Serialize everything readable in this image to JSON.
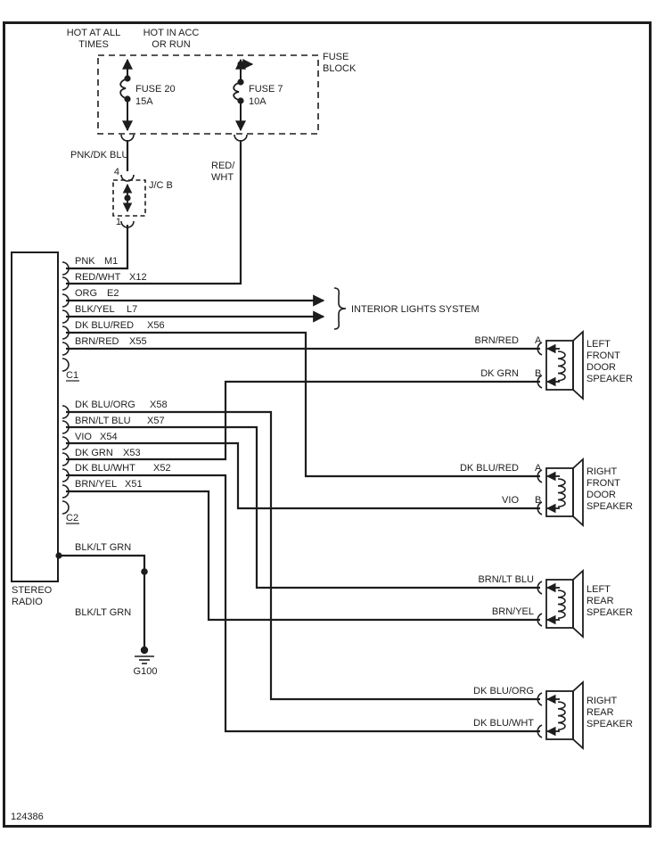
{
  "colors": {
    "ink": "#1d1d1d",
    "paper": "#ffffff"
  },
  "footer": {
    "doc_number": "124386"
  },
  "power_sources": [
    {
      "line1": "HOT AT ALL",
      "line2": "TIMES"
    },
    {
      "line1": "HOT IN ACC",
      "line2": "OR RUN"
    }
  ],
  "fuse_block": {
    "title_line1": "FUSE",
    "title_line2": "BLOCK",
    "fuses": [
      {
        "name": "FUSE 20",
        "rating": "15A"
      },
      {
        "name": "FUSE 7",
        "rating": "10A"
      }
    ]
  },
  "junction_block": {
    "label": "J/C B",
    "top_pin": "4",
    "bottom_pin": "1",
    "feed_wire": "PNK/DK BLU"
  },
  "acc_feed": {
    "wire_line1": "RED/",
    "wire_line2": "WHT"
  },
  "radio": {
    "name_line1": "STEREO",
    "name_line2": "RADIO",
    "connector1": {
      "label": "C1",
      "pins": [
        {
          "wire": "PNK",
          "pin": "M1"
        },
        {
          "wire": "RED/WHT",
          "pin": "X12"
        },
        {
          "wire": "ORG",
          "pin": "E2"
        },
        {
          "wire": "BLK/YEL",
          "pin": "L7"
        },
        {
          "wire": "DK BLU/RED",
          "pin": "X56"
        },
        {
          "wire": "BRN/RED",
          "pin": "X55"
        }
      ]
    },
    "connector2": {
      "label": "C2",
      "pins": [
        {
          "wire": "DK BLU/ORG",
          "pin": "X58"
        },
        {
          "wire": "BRN/LT BLU",
          "pin": "X57"
        },
        {
          "wire": "VIO",
          "pin": "X54"
        },
        {
          "wire": "DK GRN",
          "pin": "X53"
        },
        {
          "wire": "DK BLU/WHT",
          "pin": "X52"
        },
        {
          "wire": "BRN/YEL",
          "pin": "X51"
        }
      ]
    }
  },
  "interior_lights": {
    "label": "INTERIOR LIGHTS SYSTEM"
  },
  "ground": {
    "label": "G100",
    "wire_upper": "BLK/LT GRN",
    "wire_lower": "BLK/LT GRN"
  },
  "speakers": [
    {
      "name_lines": [
        "LEFT",
        "FRONT",
        "DOOR",
        "SPEAKER"
      ],
      "terminals": [
        {
          "wire": "BRN/RED",
          "pin": "A"
        },
        {
          "wire": "DK GRN",
          "pin": "B"
        }
      ]
    },
    {
      "name_lines": [
        "RIGHT",
        "FRONT",
        "DOOR",
        "SPEAKER"
      ],
      "terminals": [
        {
          "wire": "DK BLU/RED",
          "pin": "A"
        },
        {
          "wire": "VIO",
          "pin": "B"
        }
      ]
    },
    {
      "name_lines": [
        "LEFT",
        "REAR",
        "SPEAKER"
      ],
      "terminals": [
        {
          "wire": "BRN/LT BLU",
          "pin": ""
        },
        {
          "wire": "BRN/YEL",
          "pin": ""
        }
      ]
    },
    {
      "name_lines": [
        "RIGHT",
        "REAR",
        "SPEAKER"
      ],
      "terminals": [
        {
          "wire": "DK BLU/ORG",
          "pin": ""
        },
        {
          "wire": "DK BLU/WHT",
          "pin": ""
        }
      ]
    }
  ]
}
